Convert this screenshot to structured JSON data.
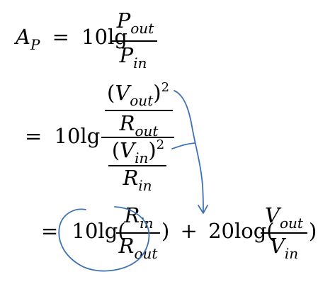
{
  "equation": {
    "line1": {
      "lhs_symbol": "A",
      "lhs_subscript": "P",
      "equals": "=",
      "factor": "10lg",
      "num_symbol": "P",
      "num_subscript": "out",
      "den_symbol": "P",
      "den_subscript": "in"
    },
    "line2": {
      "equals": "=",
      "factor": "10lg",
      "top_open": "(",
      "top_symbol": "V",
      "top_subscript": "out",
      "top_close": ")",
      "top_power": "2",
      "top_den_symbol": "R",
      "top_den_subscript": "out",
      "bot_open": "(",
      "bot_symbol": "V",
      "bot_subscript": "in",
      "bot_close": ")",
      "bot_power": "2",
      "bot_den_symbol": "R",
      "bot_den_subscript": "in"
    },
    "line3": {
      "equals": "=",
      "factor1": "10lg(",
      "num1_symbol": "R",
      "num1_subscript": "in",
      "den1_symbol": "R",
      "den1_subscript": "out",
      "close1": ")",
      "plus": "+",
      "factor2": "20log(",
      "num2_symbol": "V",
      "num2_subscript": "out",
      "den2_symbol": "V",
      "den2_subscript": "in",
      "close2": ")"
    }
  },
  "annotation": {
    "ink_color": "#3f72b3"
  }
}
